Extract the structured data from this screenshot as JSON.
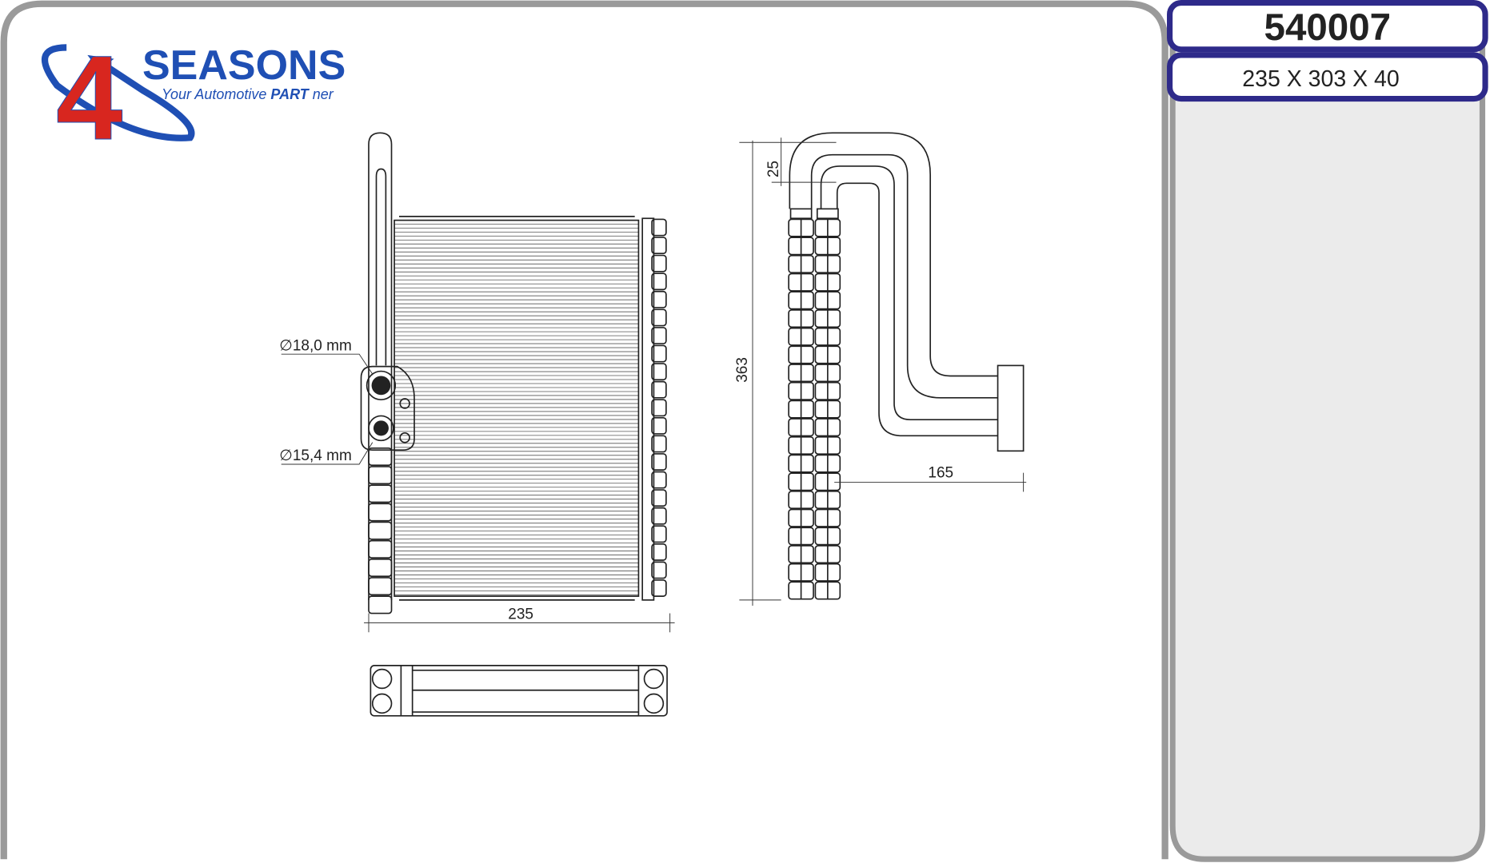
{
  "brand": {
    "logo_numeral": "4",
    "logo_name": "SEASONS",
    "tagline_prefix": "Your Automotive ",
    "tagline_bold": "PART",
    "tagline_suffix": " ner",
    "blue": "#1f4fb4",
    "red": "#d8261f"
  },
  "part": {
    "number": "540007",
    "dimensions": "235 X 303 X 40",
    "frame_color": "#2e2a8a"
  },
  "drawing": {
    "front_view": {
      "inlet_diameter": "∅18,0 mm",
      "outlet_diameter": "∅15,4 mm",
      "width_dim": "235"
    },
    "side_view": {
      "height_dim": "363",
      "pipe_offset_dim": "25",
      "pipe_reach_dim": "165"
    }
  }
}
